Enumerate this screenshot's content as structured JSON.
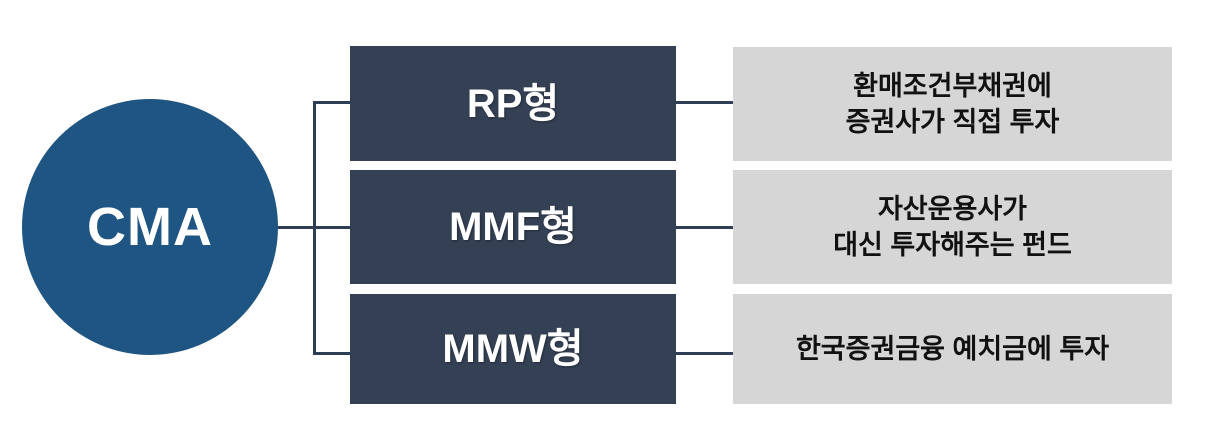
{
  "diagram": {
    "type": "hierarchy-bracket",
    "root": {
      "label": "CMA",
      "shape": "circle",
      "color": "#1F5582",
      "text_color": "#ffffff"
    },
    "colors": {
      "root_fill": "#1F5582",
      "category_fill": "#344154",
      "category_text": "#ffffff",
      "description_fill": "#D6D6D6",
      "description_text": "#111111",
      "connector": "#2E3E54",
      "background": "#ffffff"
    },
    "branches": [
      {
        "category": "RP형",
        "description": "환매조건부채권에\n증권사가 직접 투자"
      },
      {
        "category": "MMF형",
        "description": "자산운용사가\n대신 투자해주는 펀드"
      },
      {
        "category": "MMW형",
        "description": "한국증권금융 예치금에 투자"
      }
    ]
  }
}
